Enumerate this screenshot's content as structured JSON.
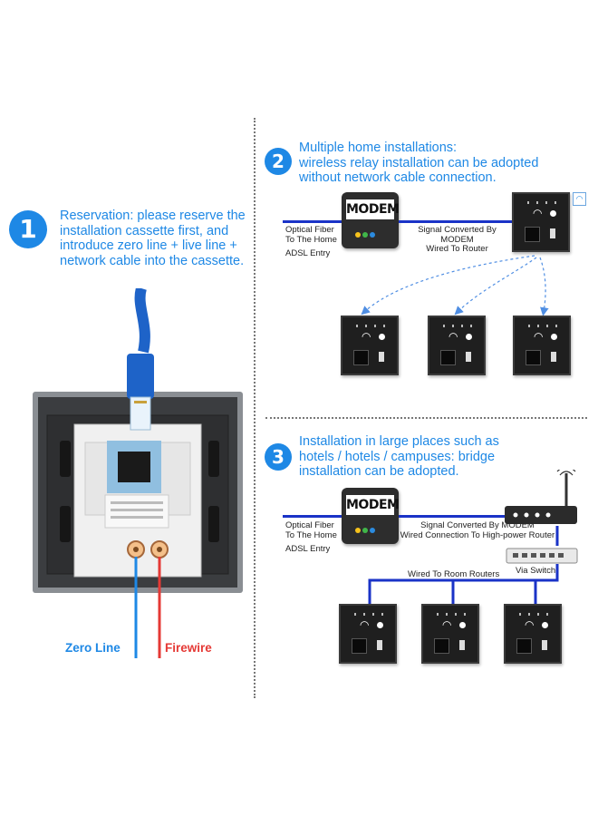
{
  "step1": {
    "number": "1",
    "lines": [
      "Reservation: please reserve the",
      "installation cassette first, and",
      "introduce zero line + live line +",
      "network cable into the cassette."
    ],
    "zero_line": "Zero Line",
    "firewire": "Firewire"
  },
  "step2": {
    "number": "2",
    "lines": [
      "Multiple home installations:",
      "wireless relay installation can be adopted",
      "without network cable connection."
    ],
    "optical_fiber": [
      "Optical Fiber",
      "To The Home"
    ],
    "adsl_entry": "ADSL Entry",
    "modem_label": "MODEM",
    "signal_converted": [
      "Signal Converted By MODEM",
      "Wired To Router"
    ]
  },
  "step3": {
    "number": "3",
    "lines": [
      "Installation in large places such as",
      "hotels / hotels / campuses: bridge",
      "installation can be adopted."
    ],
    "optical_fiber": [
      "Optical Fiber",
      "To The Home"
    ],
    "adsl_entry": "ADSL Entry",
    "modem_label": "MODEM",
    "signal_converted": [
      "Signal Converted By MODEM",
      "Wired Connection To High-power Router"
    ],
    "via_switch": "Via Switch",
    "wired_to_room": "Wired To Room Routers"
  },
  "colors": {
    "accent": "#1e88e5",
    "zero_line": "#1e88e5",
    "firewire": "#e53935",
    "network_line": "#1a33c7"
  },
  "icons": [
    "wifi-icon",
    "modem-device",
    "router-device",
    "switch-device",
    "wall-panel-router"
  ]
}
